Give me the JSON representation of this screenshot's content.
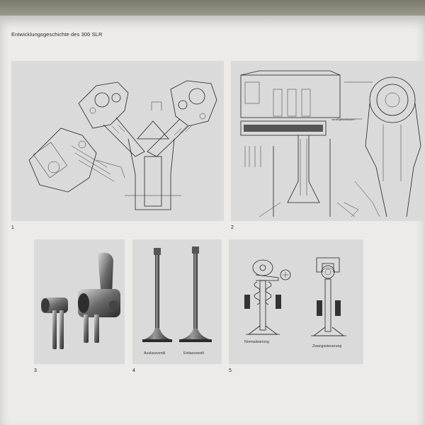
{
  "page": {
    "title": "Entwicklungsgeschichte des 300 SLR"
  },
  "figures": [
    {
      "number": "1"
    },
    {
      "number": "2"
    },
    {
      "number": "3"
    },
    {
      "number": "4",
      "captions": [
        "Auslassventil",
        "Einlassventil"
      ]
    },
    {
      "number": "5",
      "captions": [
        "Normalisierung",
        "Zwangssteuerung"
      ]
    }
  ],
  "figure2_labels": [
    "ventil geschlossen"
  ]
}
